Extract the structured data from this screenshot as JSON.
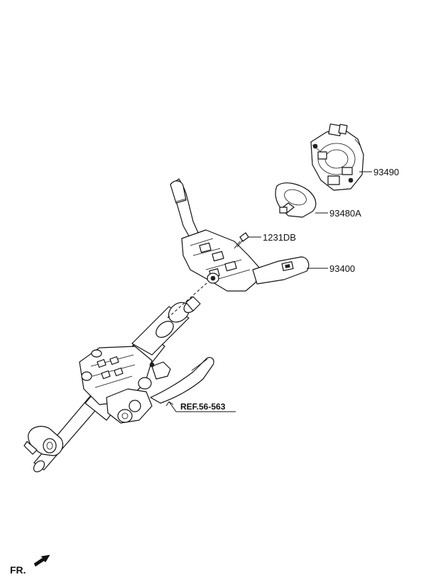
{
  "parts": [
    {
      "id": "clock-spring",
      "label": "93490"
    },
    {
      "id": "steering-angle-sensor",
      "label": "93480A"
    },
    {
      "id": "screw",
      "label": "1231DB"
    },
    {
      "id": "multifunction-switch",
      "label": "93400"
    }
  ],
  "reference": {
    "label": "REF.56-563"
  },
  "direction": {
    "label": "FR."
  }
}
